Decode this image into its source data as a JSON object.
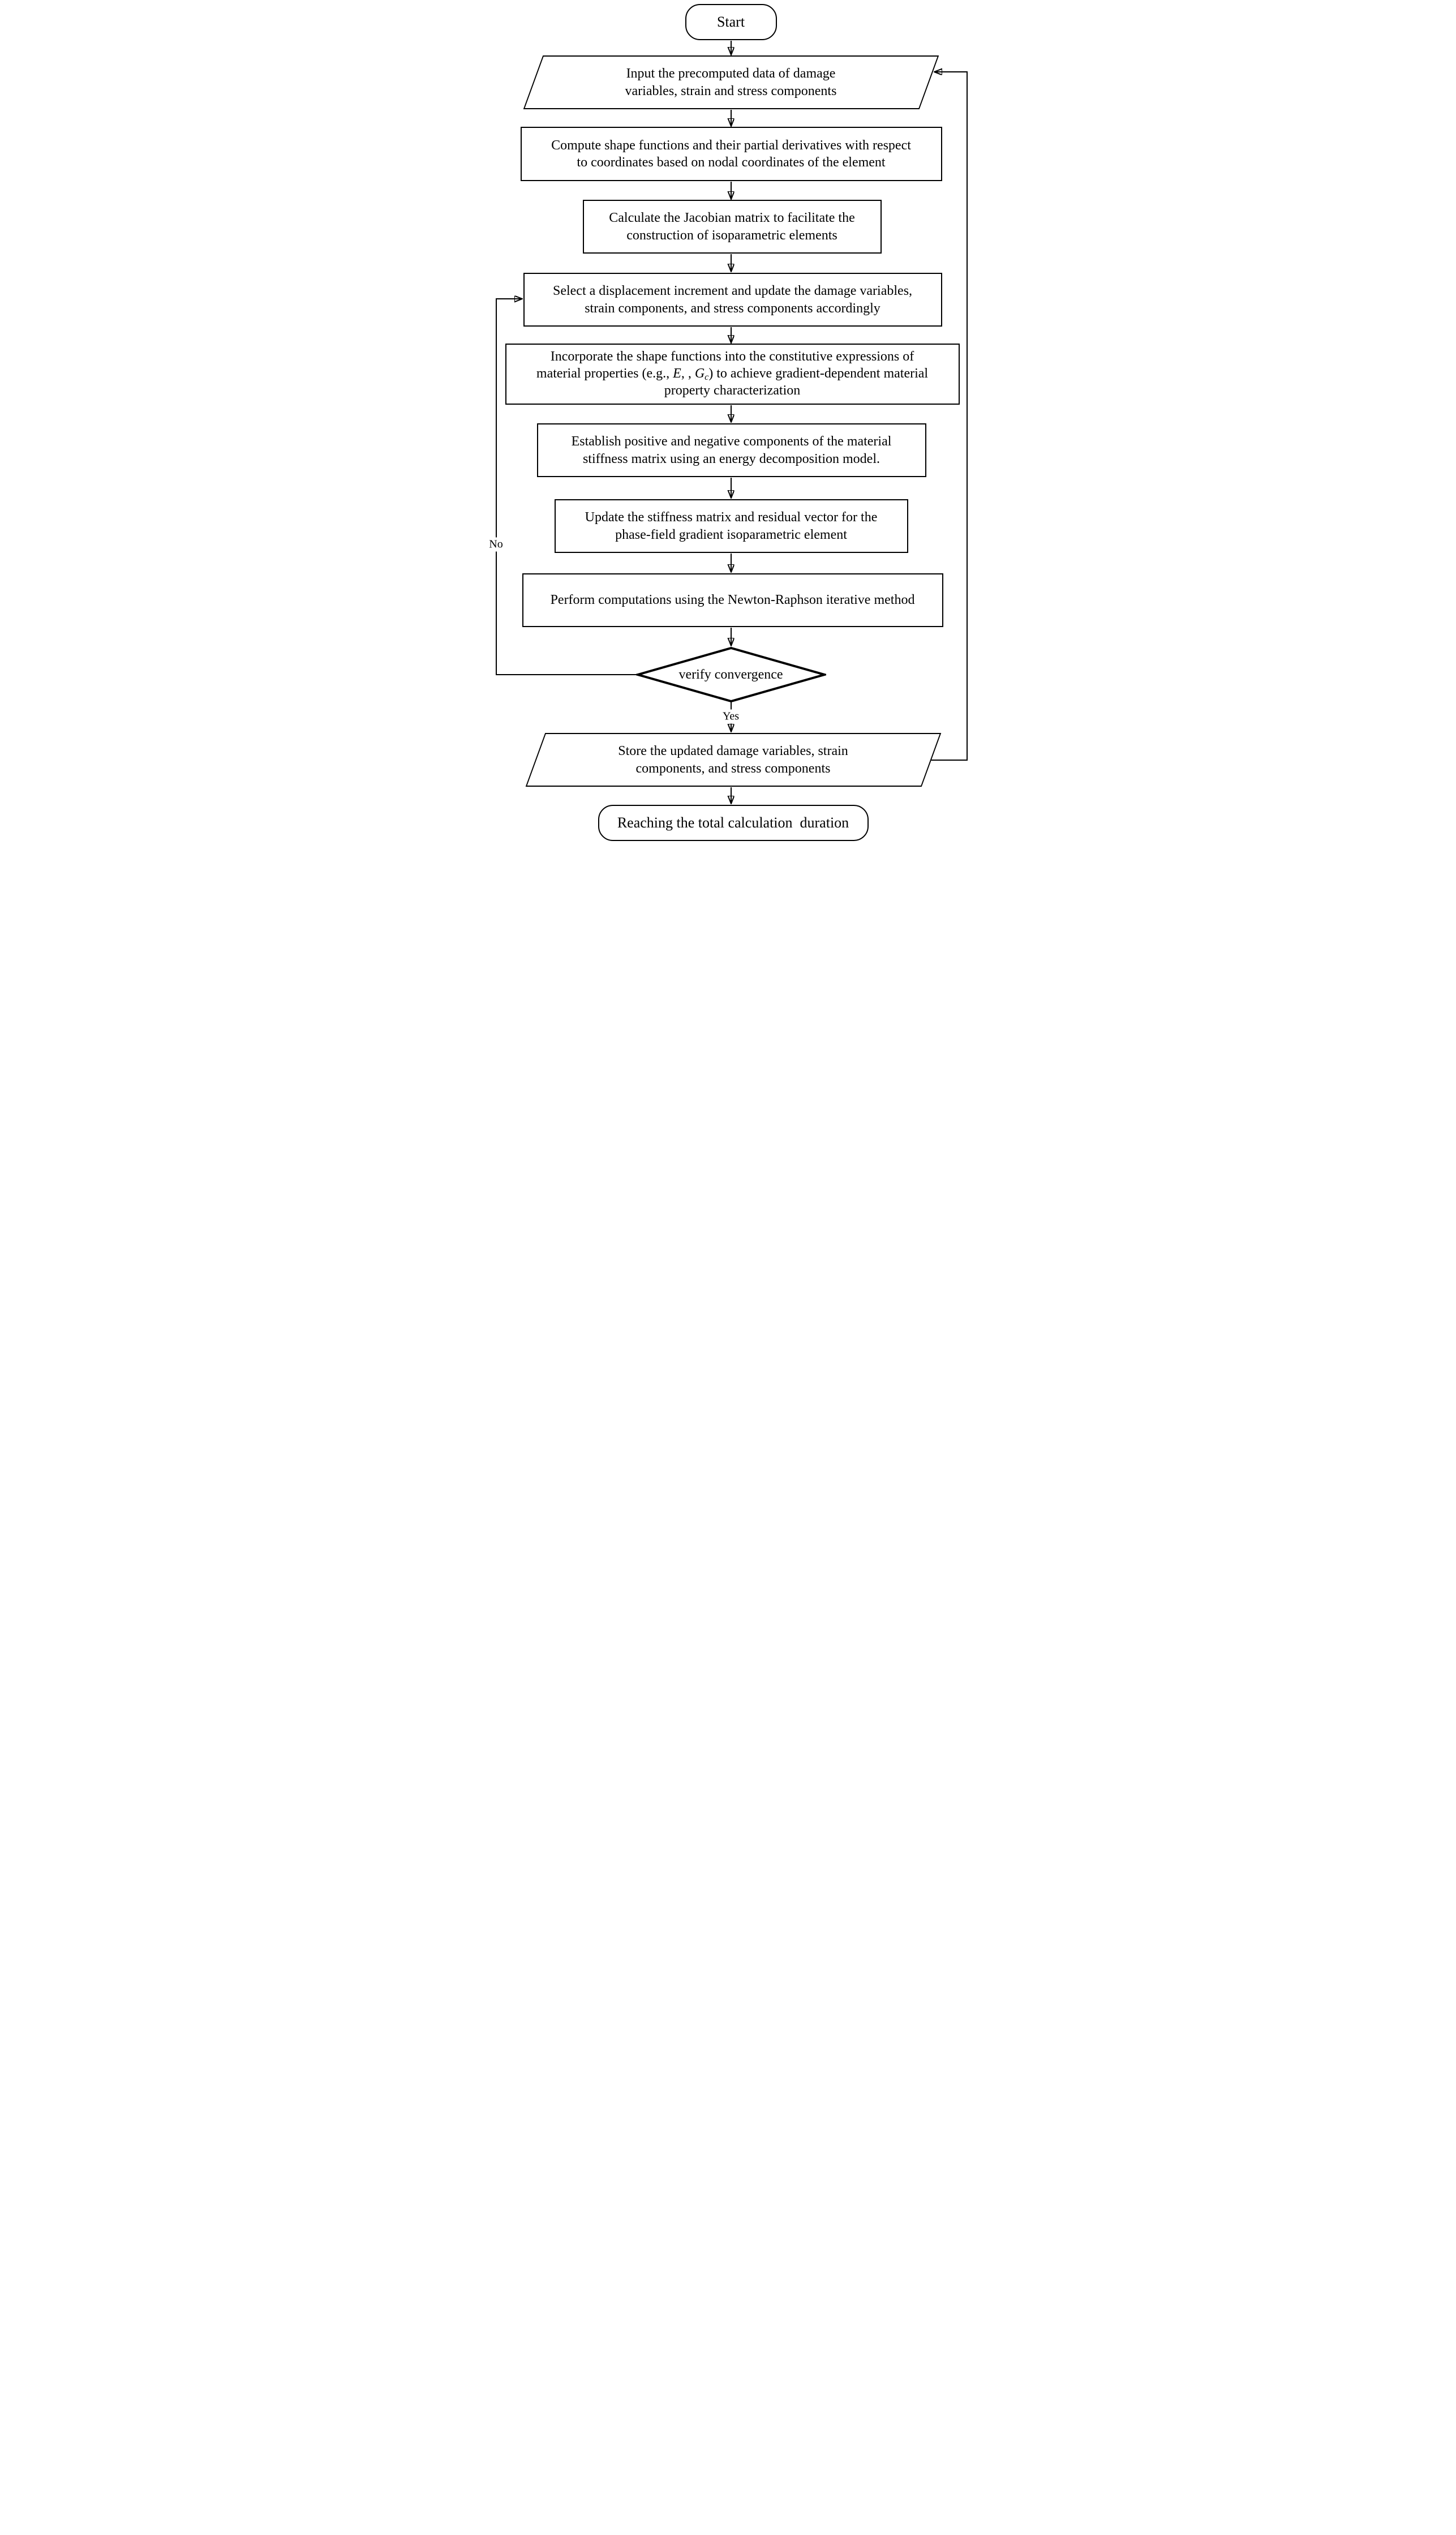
{
  "flowchart": {
    "colors": {
      "stroke": "#000000",
      "background": "#ffffff"
    },
    "start": {
      "label": "Start"
    },
    "input": {
      "lines": [
        "Input the precomputed data of damage",
        "variables, strain and stress components"
      ]
    },
    "compute": {
      "lines": [
        "Compute shape functions and their partial derivatives with respect",
        "to coordinates based on nodal coordinates of the element"
      ]
    },
    "jacobian": {
      "lines": [
        "Calculate the Jacobian matrix to facilitate the",
        "construction of isoparametric elements"
      ]
    },
    "select": {
      "lines": [
        "Select a displacement increment and update the damage variables,",
        "strain components, and stress components accordingly"
      ]
    },
    "incorporate": {
      "line1": "Incorporate the shape functions into the constitutive expressions of",
      "formula": {
        "pre": "material properties (e.g., ",
        "var_e": "E",
        "mid": ", , ",
        "var_g": "G",
        "var_g_sub": "c",
        "post": ") to achieve gradient-dependent material"
      },
      "line3": "property characterization"
    },
    "establish": {
      "lines": [
        "Establish positive and negative components of the material",
        "stiffness matrix using an energy decomposition model."
      ]
    },
    "update": {
      "lines": [
        "Update the stiffness matrix and residual vector for the",
        "phase-field gradient isoparametric element"
      ]
    },
    "newton": {
      "label": "Perform computations using the Newton-Raphson iterative method"
    },
    "decision": {
      "label": "verify convergence"
    },
    "store": {
      "lines": [
        "Store the updated damage variables, strain",
        "components, and stress components"
      ]
    },
    "end": {
      "label": "Reaching the total calculation  duration"
    },
    "edges": {
      "yes": "Yes",
      "no": "No"
    }
  }
}
